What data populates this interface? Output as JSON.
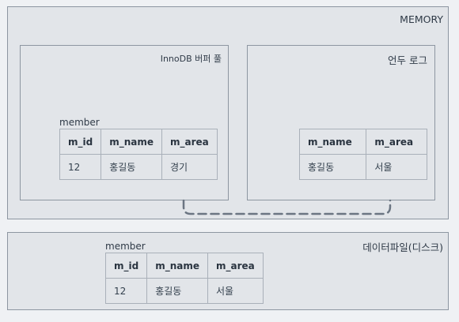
{
  "memory": {
    "title": "MEMORY",
    "buffer_pool": {
      "title": "InnoDB 버퍼 풀",
      "table": {
        "name": "member",
        "columns": [
          "m_id",
          "m_name",
          "m_area"
        ],
        "rows": [
          [
            "12",
            "홍길동",
            "경기"
          ]
        ]
      }
    },
    "undo_log": {
      "title": "언두 로그",
      "table": {
        "columns": [
          "m_name",
          "m_area"
        ],
        "rows": [
          [
            "홍길동",
            "서울"
          ]
        ]
      }
    }
  },
  "disk": {
    "title": "데이터파일(디스크)",
    "table": {
      "name": "member",
      "columns": [
        "m_id",
        "m_name",
        "m_area"
      ],
      "rows": [
        [
          "12",
          "홍길동",
          "서울"
        ]
      ]
    }
  },
  "colors": {
    "background": "#eff1f4",
    "box_fill": "#e2e5e9",
    "border": "#8d96a1",
    "connector": "#6b7582"
  }
}
